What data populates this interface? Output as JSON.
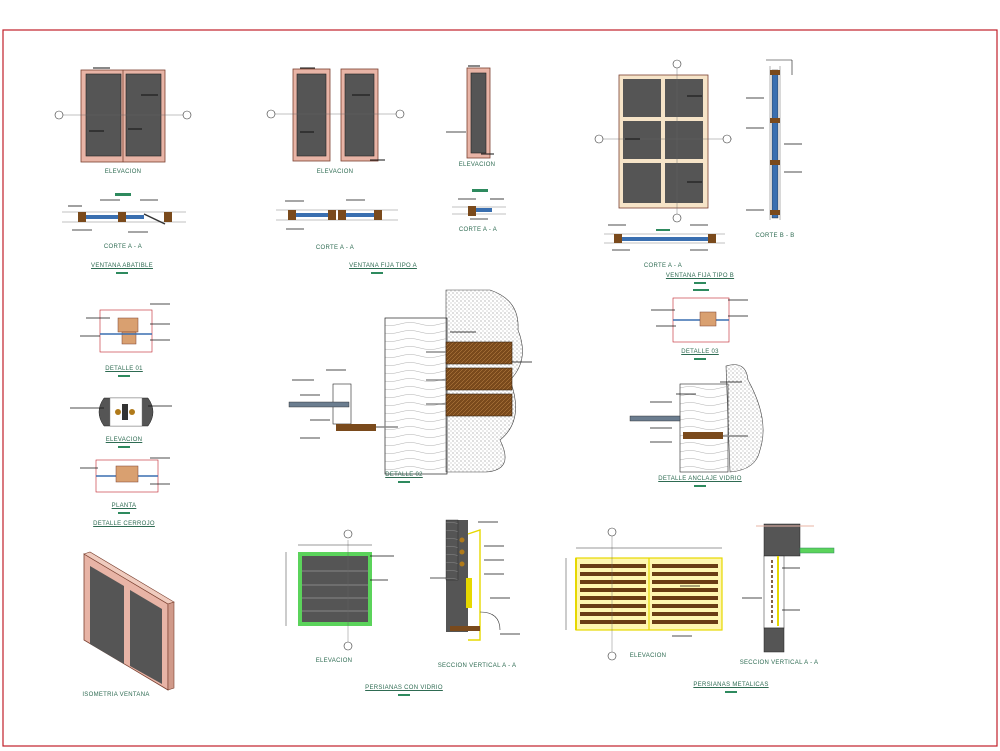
{
  "drawing": {
    "labels": {
      "elev1": "ELEVACION",
      "elev2": "ELEVACION",
      "elev3": "ELEVACION",
      "corte1": "CORTE A - A",
      "corte2": "CORTE A - A",
      "corte3": "CORTE A - A",
      "corte4": "CORTE A - A",
      "corteB": "CORTE B - B",
      "title_abatible": "VENTANA ABATIBLE",
      "title_fija_a": "VENTANA FIJA TIPO A",
      "title_fija_b": "VENTANA FIJA TIPO B",
      "detalle01": "DETALLE 01",
      "detalle02": "DETALLE 02",
      "detalle03": "DETALLE 03",
      "detalle_anclaje": "DETALLE ANCLAJE VIDRIO",
      "elev_cerrojo": "ELEVACION",
      "planta": "PLANTA",
      "detalle_cerrojo": "DETALLE CERROJO",
      "isometria": "ISOMETRIA VENTANA",
      "elev_persiana1": "ELEVACION",
      "seccion1": "SECCION VERTICAL A - A",
      "title_persianas_vidrio": "PERSIANAS CON VIDRIO",
      "elev_persiana2": "ELEVACION",
      "seccion2": "SECCION VERTICAL A - A",
      "title_persianas_metalicas": "PERSIANAS METALICAS"
    },
    "colors": {
      "border": "#c0202a",
      "frame": "#e8b4a6",
      "glass": "#5a5a5a",
      "wood": "#7a4a1c",
      "text": "#2e6b52",
      "tag": "#2e8a5e",
      "green": "#5bd35b",
      "yellow": "#e6d800",
      "line": "#1a1a1a"
    }
  }
}
